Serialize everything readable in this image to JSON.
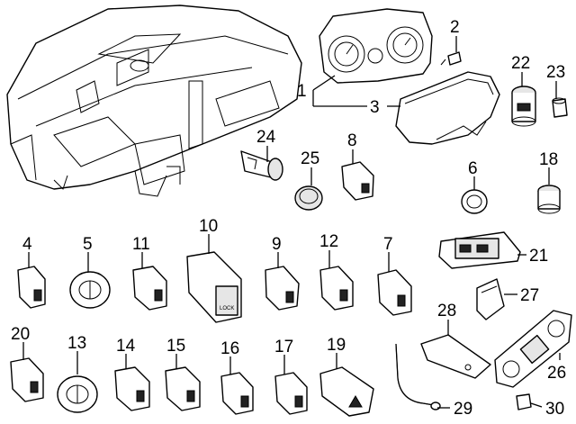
{
  "callouts": [
    {
      "id": "1",
      "label": "1"
    },
    {
      "id": "2",
      "label": "2"
    },
    {
      "id": "3",
      "label": "3"
    },
    {
      "id": "4",
      "label": "4"
    },
    {
      "id": "5",
      "label": "5"
    },
    {
      "id": "6",
      "label": "6"
    },
    {
      "id": "7",
      "label": "7"
    },
    {
      "id": "8",
      "label": "8"
    },
    {
      "id": "9",
      "label": "9"
    },
    {
      "id": "10",
      "label": "10"
    },
    {
      "id": "11",
      "label": "11"
    },
    {
      "id": "12",
      "label": "12"
    },
    {
      "id": "13",
      "label": "13"
    },
    {
      "id": "14",
      "label": "14"
    },
    {
      "id": "15",
      "label": "15"
    },
    {
      "id": "16",
      "label": "16"
    },
    {
      "id": "17",
      "label": "17"
    },
    {
      "id": "18",
      "label": "18"
    },
    {
      "id": "19",
      "label": "19"
    },
    {
      "id": "20",
      "label": "20"
    },
    {
      "id": "21",
      "label": "21"
    },
    {
      "id": "22",
      "label": "22"
    },
    {
      "id": "23",
      "label": "23"
    },
    {
      "id": "24",
      "label": "24"
    },
    {
      "id": "25",
      "label": "25"
    },
    {
      "id": "26",
      "label": "26"
    },
    {
      "id": "27",
      "label": "27"
    },
    {
      "id": "28",
      "label": "28"
    },
    {
      "id": "29",
      "label": "29"
    },
    {
      "id": "30",
      "label": "30"
    }
  ],
  "part_text": {
    "switch_10_text": "LOCK"
  }
}
